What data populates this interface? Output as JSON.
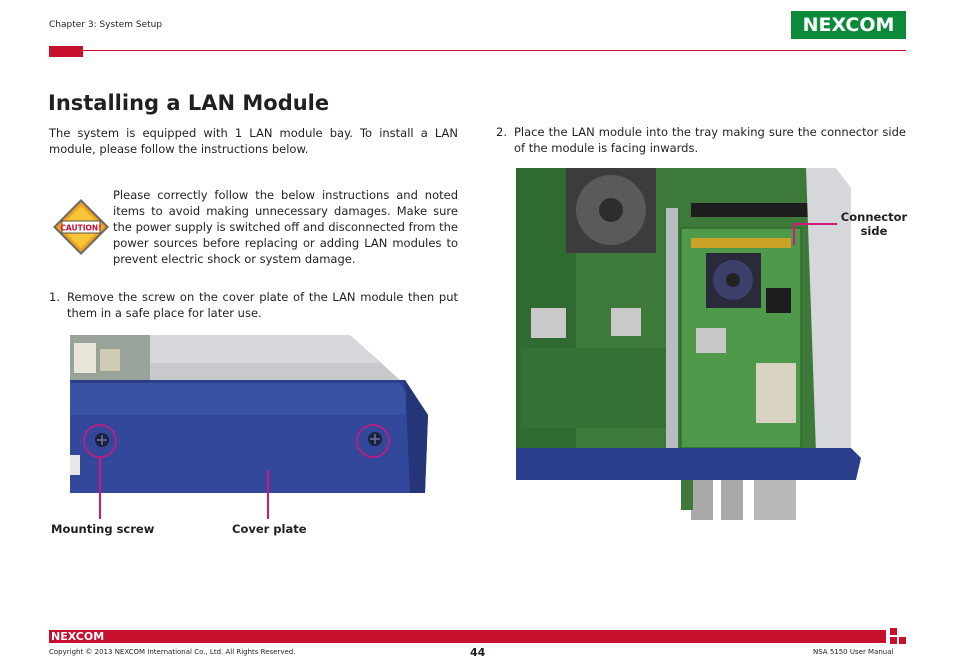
{
  "header": {
    "chapter": "Chapter 3: System Setup",
    "logo_text": "NEXCOM"
  },
  "title": "Installing a LAN Module",
  "intro": "The system is equipped with 1 LAN module bay. To install a LAN module, please follow the instructions below.",
  "caution": {
    "badge": "CAUTION!",
    "text": "Please correctly follow the below instructions and noted items to avoid making unnecessary damages. Make sure the power supply is switched off and disconnected from the power sources before replacing or adding LAN modules to prevent electric shock or system damage."
  },
  "steps": [
    {
      "num": "1.",
      "text": "Remove the screw on the cover plate of the LAN module then put them in a safe place for later use."
    },
    {
      "num": "2.",
      "text": "Place the LAN module into the tray making sure the connector side of the module is facing inwards."
    }
  ],
  "callouts": {
    "mounting_screw": "Mounting screw",
    "cover_plate": "Cover plate",
    "connector_line1": "Connector",
    "connector_line2": "side"
  },
  "footer": {
    "logo_text": "NEXCOM",
    "copyright": "Copyright © 2013 NEXCOM International Co., Ltd. All Rights Reserved.",
    "page": "44",
    "manual": "NSA 5150 User Manual"
  },
  "colors": {
    "brand_red": "#c8102e",
    "brand_green": "#0b8a3a",
    "callout_magenta": "#d5147d"
  }
}
